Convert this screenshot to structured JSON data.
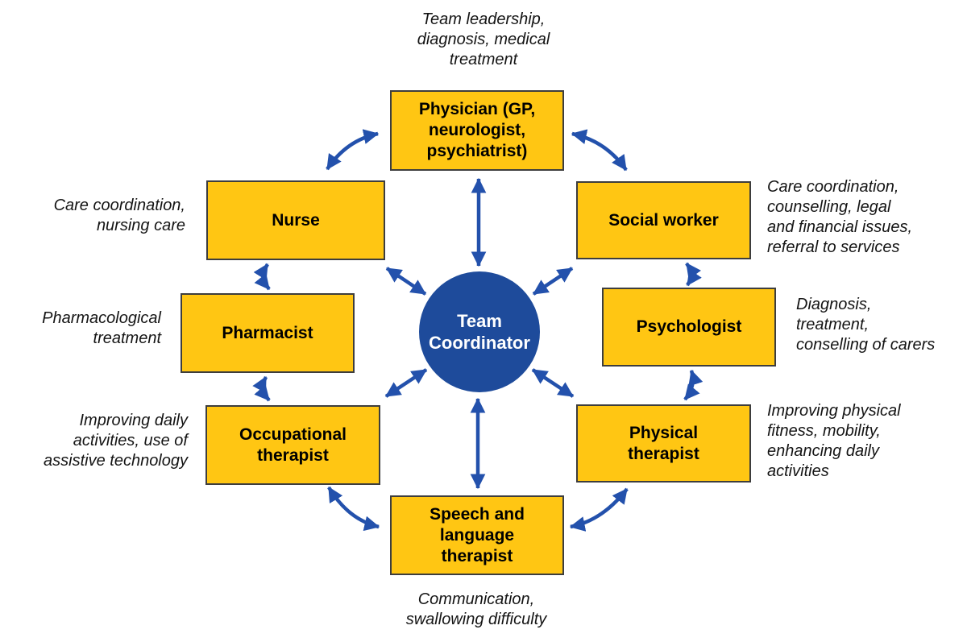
{
  "diagram": {
    "center": {
      "id": "team-coordinator",
      "label": "Team\nCoordinator"
    },
    "nodes": {
      "physician": {
        "label": "Physician (GP,\nneurologist,\npsychiatrist)",
        "annotation": "Team leadership,\ndiagnosis, medical\ntreatment"
      },
      "nurse": {
        "label": "Nurse",
        "annotation": "Care coordination,\nnursing care"
      },
      "social": {
        "label": "Social worker",
        "annotation": "Care coordination,\ncounselling, legal\nand financial issues,\nreferral to services"
      },
      "pharmacist": {
        "label": "Pharmacist",
        "annotation": "Pharmacological\ntreatment"
      },
      "psychologist": {
        "label": "Psychologist",
        "annotation": "Diagnosis,\ntreatment,\nconselling of carers"
      },
      "occupational": {
        "label": "Occupational\ntherapist",
        "annotation": "Improving daily\nactivities, use of\nassistive technology"
      },
      "physical": {
        "label": "Physical\ntherapist",
        "annotation": "Improving physical\nfitness, mobility,\nenhancing daily\nactivities"
      },
      "speech": {
        "label": "Speech and\nlanguage\ntherapist",
        "annotation": "Communication,\nswallowing difficulty"
      }
    },
    "connections": [
      {
        "from": "physician",
        "to": "team-coordinator",
        "style": "straight-double-arrow"
      },
      {
        "from": "nurse",
        "to": "team-coordinator",
        "style": "straight-double-arrow"
      },
      {
        "from": "social",
        "to": "team-coordinator",
        "style": "straight-double-arrow"
      },
      {
        "from": "occupational",
        "to": "team-coordinator",
        "style": "straight-double-arrow"
      },
      {
        "from": "physical",
        "to": "team-coordinator",
        "style": "straight-double-arrow"
      },
      {
        "from": "speech",
        "to": "team-coordinator",
        "style": "straight-double-arrow"
      },
      {
        "from": "physician",
        "to": "nurse",
        "style": "curved-double-arrow"
      },
      {
        "from": "physician",
        "to": "social",
        "style": "curved-double-arrow"
      },
      {
        "from": "nurse",
        "to": "pharmacist",
        "style": "curved-double-arrow"
      },
      {
        "from": "social",
        "to": "psychologist",
        "style": "curved-double-arrow"
      },
      {
        "from": "pharmacist",
        "to": "occupational",
        "style": "curved-double-arrow"
      },
      {
        "from": "psychologist",
        "to": "physical",
        "style": "curved-double-arrow"
      },
      {
        "from": "occupational",
        "to": "speech",
        "style": "curved-double-arrow"
      },
      {
        "from": "physical",
        "to": "speech",
        "style": "curved-double-arrow"
      }
    ],
    "colors": {
      "box_fill": "#FFC613",
      "box_border": "#3D3D3D",
      "circle_fill": "#1E4B9B",
      "circle_text": "#FFFFFF",
      "arrow": "#2351AC",
      "text": "#000000",
      "background": "#FFFFFF"
    }
  }
}
